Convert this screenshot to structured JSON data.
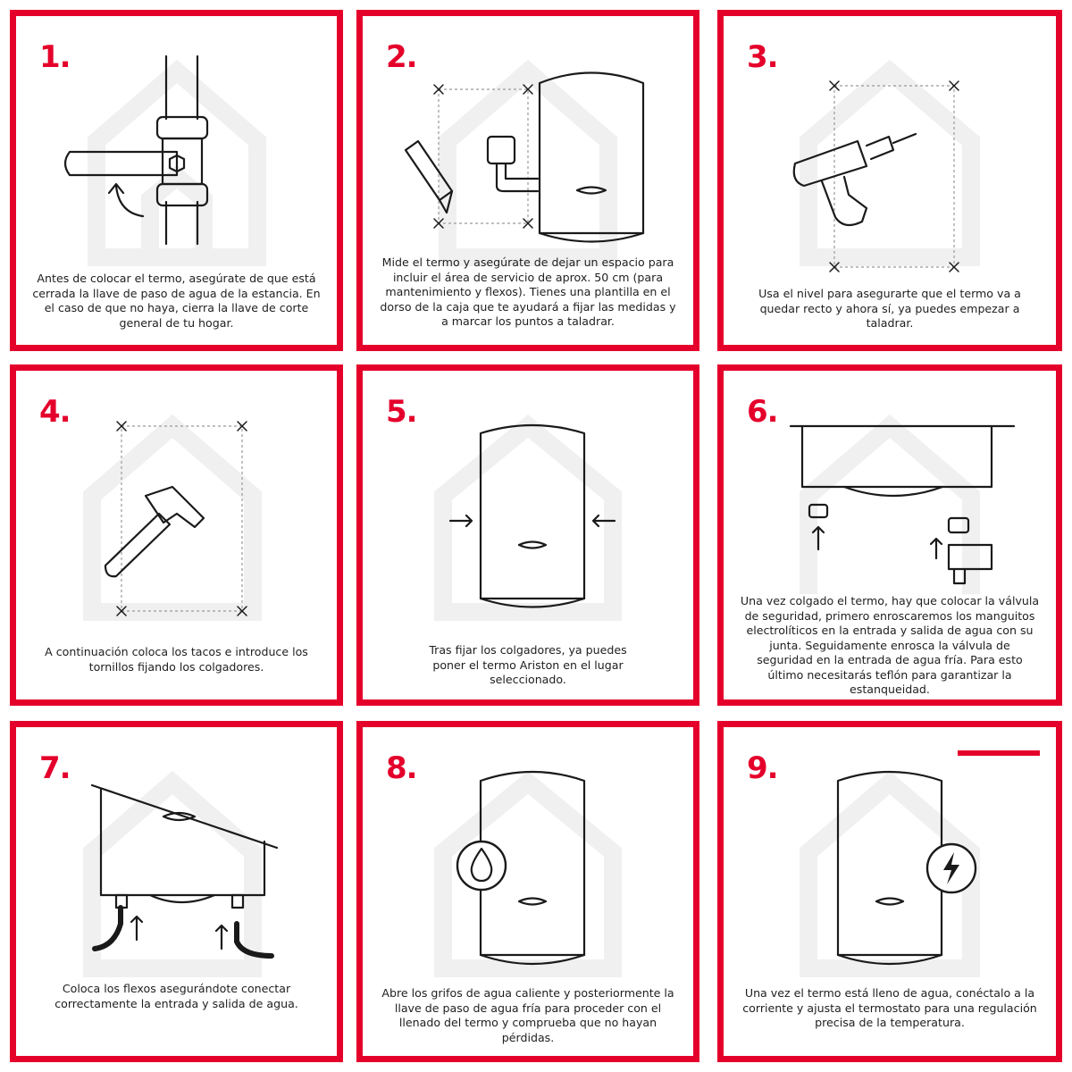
{
  "brand_color": "#e4002b",
  "steps": [
    {
      "number": "1.",
      "text": "Antes de colocar el termo, asegúrate de que está cerrada la llave de paso de agua de la estancia. En el caso de que no haya, cierra la llave de corte general de tu hogar.",
      "icon": "valve-handle-icon"
    },
    {
      "number": "2.",
      "text": "Mide el termo y asegúrate de dejar un espacio para incluir el área de servicio de aprox. 50 cm (para mantenimiento y flexos). Tienes una plantilla en el dorso de la caja que te ayudará a fijar las medidas y a marcar los puntos a taladrar.",
      "icon": "pencil-tape-measure-icon"
    },
    {
      "number": "3.",
      "text": "Usa el nivel para asegurarte que el termo va a quedar recto y ahora sí, ya puedes empezar a taladrar.",
      "icon": "drill-icon"
    },
    {
      "number": "4.",
      "text": "A continuación coloca los tacos e introduce los tornillos fijando los colgadores.",
      "icon": "hammer-icon"
    },
    {
      "number": "5.",
      "text": "Tras fijar los colgadores, ya puedes poner el termo Ariston en el lugar seleccionado.",
      "icon": "water-heater-icon"
    },
    {
      "number": "6.",
      "text": "Una vez colgado el termo, hay que colocar la válvula de seguridad, primero enroscaremos los manguitos electrolíticos en la entrada y salida de agua con su junta. Seguidamente enrosca la válvula de seguridad en la entrada de agua fría. Para esto último necesitarás teflón para garantizar la estanqueidad.",
      "icon": "safety-valve-icon"
    },
    {
      "number": "7.",
      "text": "Coloca los flexos asegurándote conectar correctamente la entrada y salida de agua.",
      "icon": "flex-hoses-icon"
    },
    {
      "number": "8.",
      "text": "Abre los grifos de agua caliente y posteriormente la llave de paso de agua fría para proceder con el llenado del termo y comprueba que no hayan pérdidas.",
      "icon": "water-drop-icon"
    },
    {
      "number": "9.",
      "text": "Una vez el termo está lleno de agua, conéctalo a la corriente y ajusta el termostato para una regulación precisa de la temperatura.",
      "icon": "lightning-icon"
    }
  ]
}
